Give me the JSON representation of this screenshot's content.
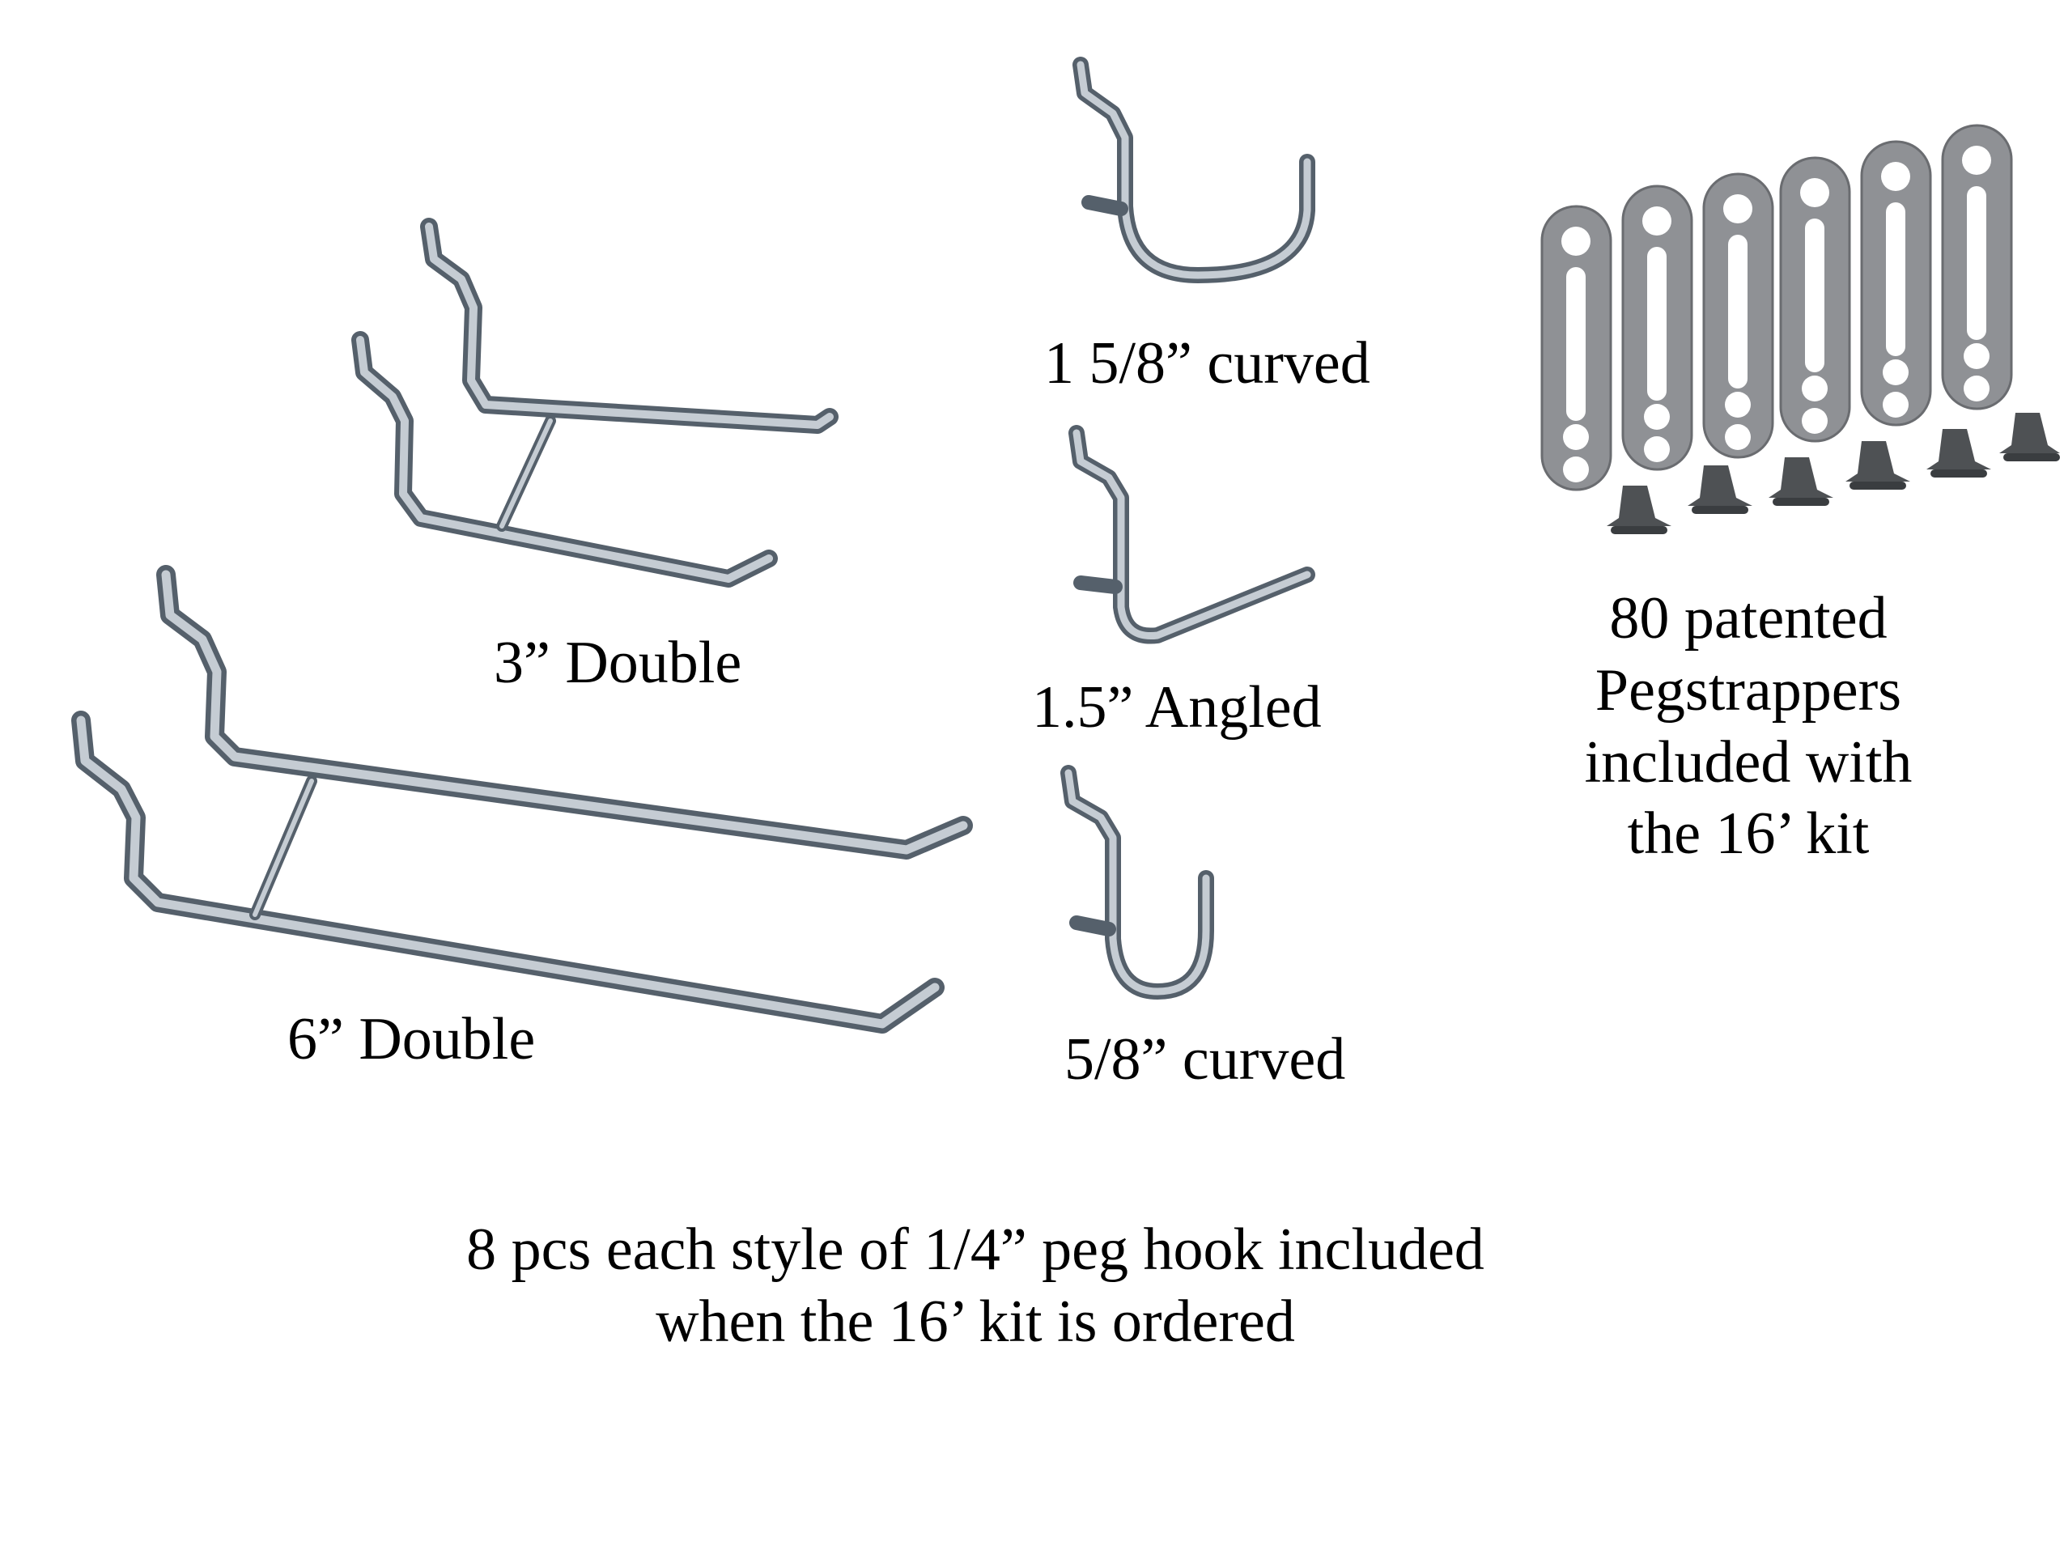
{
  "hooks": [
    {
      "id": "three-inch-double",
      "label": "3” Double"
    },
    {
      "id": "six-inch-double",
      "label": "6” Double"
    },
    {
      "id": "curved-1-5-8",
      "label": "1 5/8” curved"
    },
    {
      "id": "angled-1-5",
      "label": "1.5” Angled"
    },
    {
      "id": "curved-5-8",
      "label": "5/8” curved"
    }
  ],
  "pegstrappers": {
    "lines": [
      "80 patented",
      "Pegstrappers",
      "included with",
      "the 16’ kit"
    ]
  },
  "caption": {
    "lines": [
      "8 pcs each style of 1/4” peg hook included",
      "when the 16’ kit is ordered"
    ]
  },
  "colors": {
    "metal": "#9aa3ad",
    "metal_dark": "#55606b",
    "strap": "#8f9195",
    "strap_edge": "#6a6c70",
    "clip": "#4e5154",
    "text": "#000000"
  }
}
